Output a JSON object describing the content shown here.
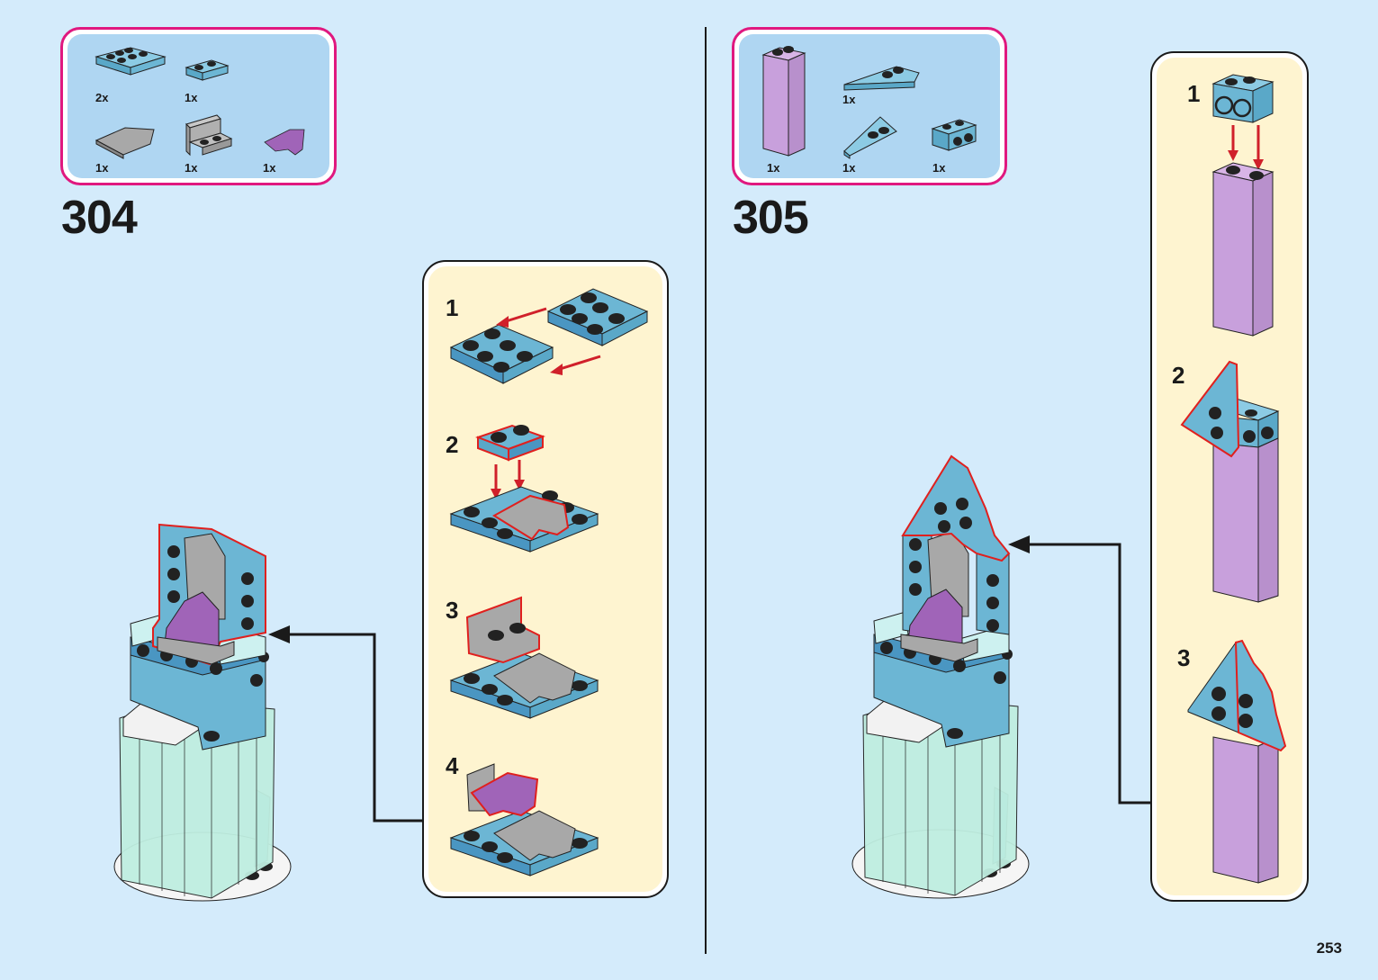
{
  "page": {
    "number": "253"
  },
  "colors": {
    "background": "#d4ebfb",
    "parts_border": "#e0187f",
    "parts_fill": "#afd6f2",
    "sub_fill": "#fef4d0",
    "brick_blue": "#6cb6d4",
    "brick_gray": "#a8a8a8",
    "brick_purple": "#a064b8",
    "brick_lavender": "#c8a0dc",
    "highlight_red": "#e0201e",
    "trans_clear": "#bfeee0"
  },
  "steps": [
    {
      "number": "304",
      "parts": [
        {
          "name": "plate-2x3-medium-azure",
          "qty": "2x"
        },
        {
          "name": "plate-1x2-medium-azure",
          "qty": "1x"
        },
        {
          "name": "wedge-tile-gray",
          "qty": "1x"
        },
        {
          "name": "bracket-1x2-2x2-gray",
          "qty": "1x"
        },
        {
          "name": "tile-purple",
          "qty": "1x"
        }
      ],
      "sub_steps": [
        {
          "number": "1"
        },
        {
          "number": "2"
        },
        {
          "number": "3"
        },
        {
          "number": "4"
        }
      ]
    },
    {
      "number": "305",
      "parts": [
        {
          "name": "brick-1x2x5-lavender",
          "qty": "1x"
        },
        {
          "name": "wedge-plate-right-medium-azure",
          "qty": "1x"
        },
        {
          "name": "wedge-plate-left-medium-azure",
          "qty": "1x"
        },
        {
          "name": "brick-1x2-studs-side-medium-azure",
          "qty": "1x"
        }
      ],
      "sub_steps": [
        {
          "number": "1"
        },
        {
          "number": "2"
        },
        {
          "number": "3"
        }
      ]
    }
  ]
}
